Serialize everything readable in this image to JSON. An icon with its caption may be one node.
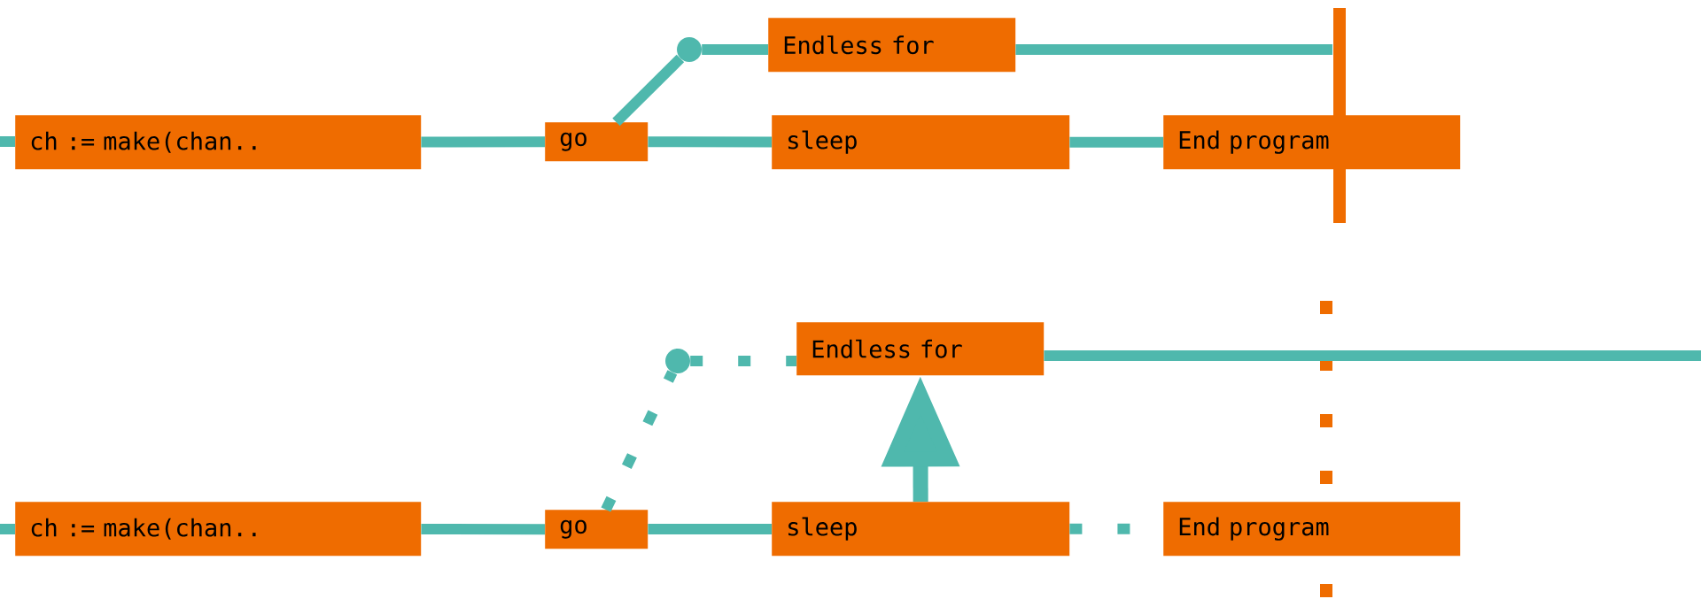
{
  "diagram": {
    "nodes": [
      {
        "text": [
          "ch := make(chan.."
        ]
      },
      {
        "text": [
          "go"
        ]
      },
      {
        "text": [],
        "shape": "circle"
      },
      {
        "text": [
          "Endless for"
        ]
      },
      {
        "text": [
          "sleep"
        ]
      },
      {
        "text": [
          "End program"
        ]
      },
      {
        "text": [
          "ch := make(chan.."
        ]
      },
      {
        "text": [
          "go"
        ]
      },
      {
        "text": [],
        "shape": "circle"
      },
      {
        "text": [
          "Endless for"
        ]
      },
      {
        "text": [
          "sleep"
        ]
      },
      {
        "text": [
          "End program"
        ]
      }
    ],
    "edges": [
      {
        "from": null,
        "to": 0,
        "arrow": "none"
      },
      {
        "from": 0,
        "to": 1,
        "arrow": "none"
      },
      {
        "from": 1,
        "to": 4,
        "arrow": "none"
      },
      {
        "from": 4,
        "to": 5,
        "arrow": "none"
      },
      {
        "from": 1,
        "to": 2,
        "arrow": "none"
      },
      {
        "from": 2,
        "to": 3,
        "arrow": "none"
      },
      {
        "from": 3,
        "to": null,
        "arrow": "none"
      },
      {
        "from": null,
        "to": 6,
        "arrow": "none"
      },
      {
        "from": 6,
        "to": 7,
        "arrow": "none"
      },
      {
        "from": 7,
        "to": 10,
        "arrow": "none"
      },
      {
        "from": 10,
        "to": 11,
        "arrow": "none",
        "style": "dashed"
      },
      {
        "from": 7,
        "to": 8,
        "arrow": "none",
        "style": "dashed"
      },
      {
        "from": 8,
        "to": 9,
        "arrow": "none",
        "style": "dashed"
      },
      {
        "from": 9,
        "to": null,
        "arrow": "none"
      },
      {
        "from": 10,
        "to": 9,
        "arrow": "to"
      }
    ]
  }
}
